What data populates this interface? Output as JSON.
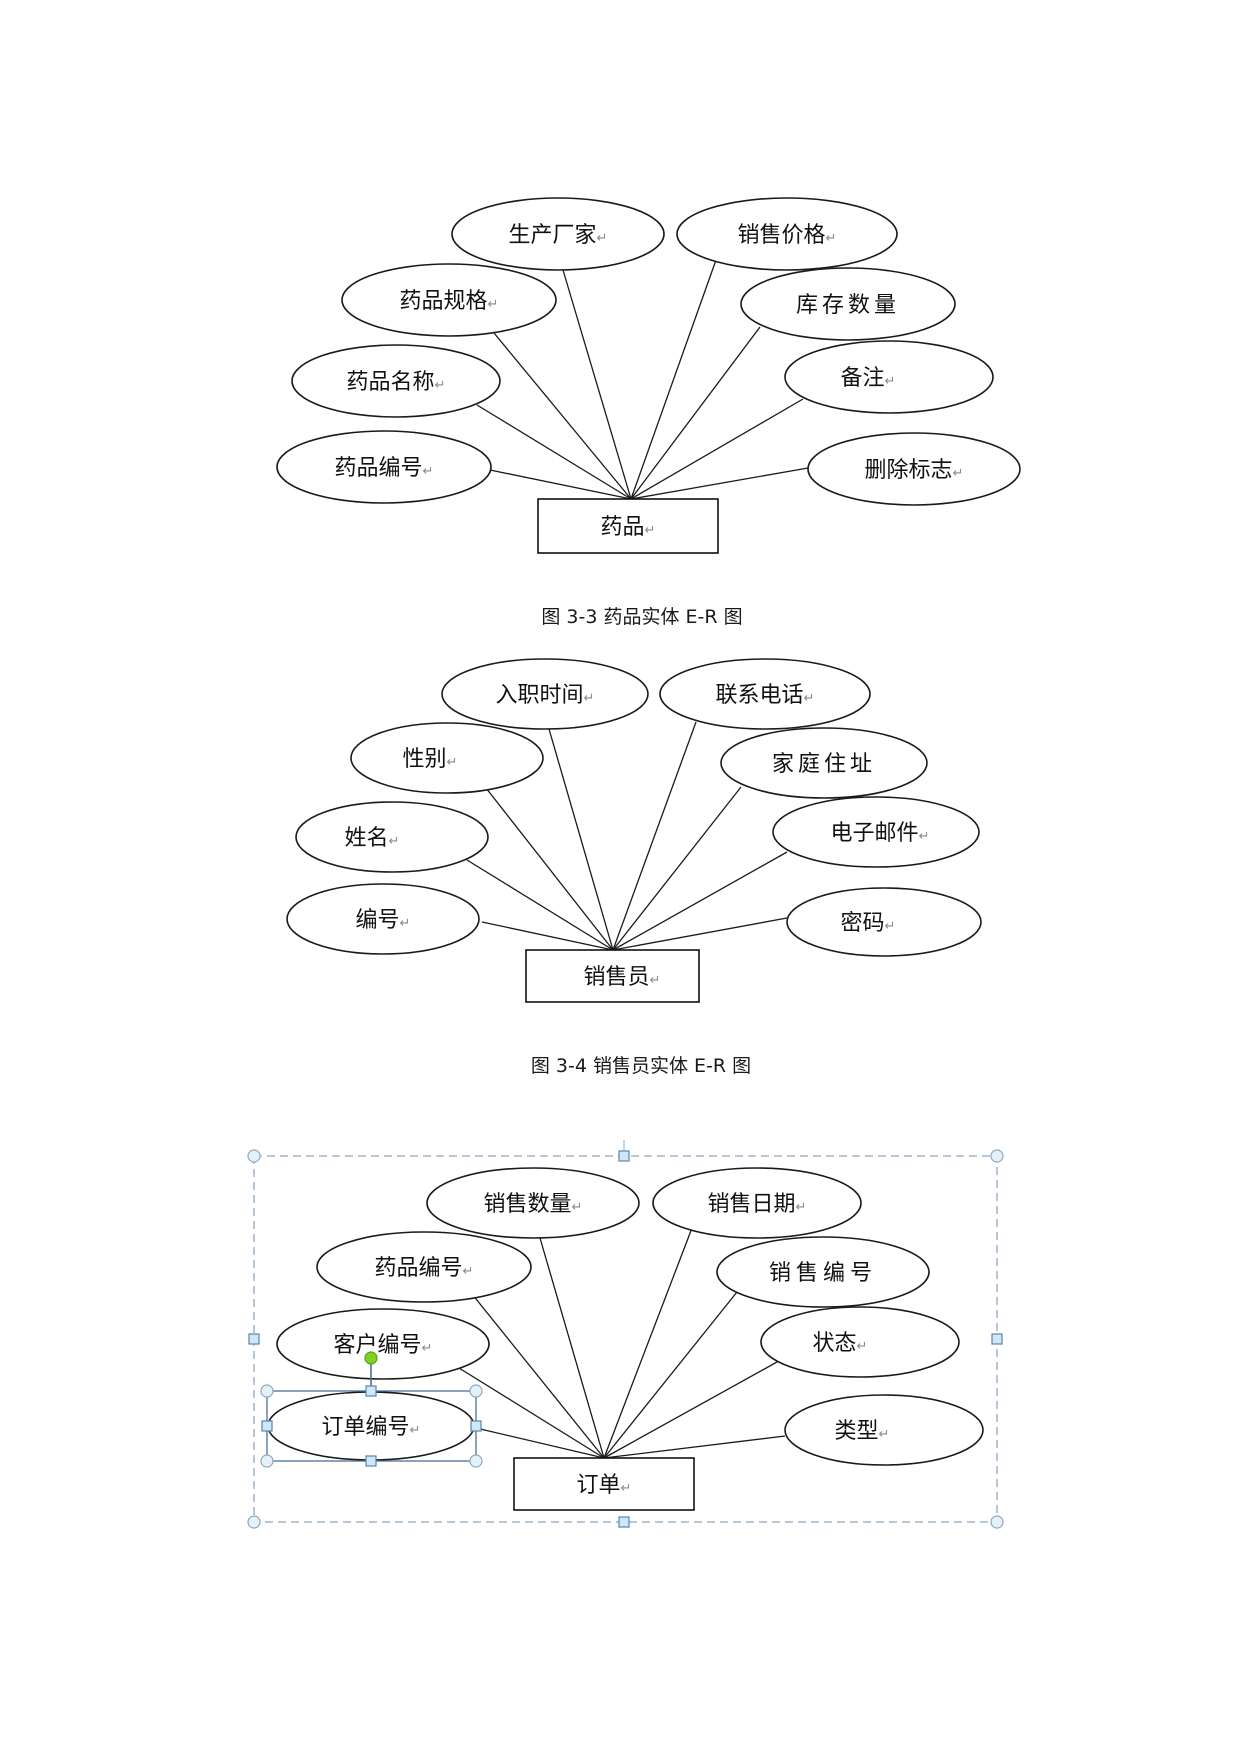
{
  "figures": [
    {
      "id": "fig-3-3",
      "caption": "图 3-3  药品实体 E-R 图",
      "entity": {
        "label": "药品",
        "para_mark": "↵"
      },
      "attributes": [
        {
          "label": "药品编号",
          "para_mark": "↵"
        },
        {
          "label": "药品名称",
          "para_mark": "↵"
        },
        {
          "label": "药品规格",
          "para_mark": "↵"
        },
        {
          "label": "生产厂家",
          "para_mark": "↵"
        },
        {
          "label": "销售价格",
          "para_mark": "↵"
        },
        {
          "label": "库存数量",
          "para_mark": ""
        },
        {
          "label": "备注",
          "para_mark": "↵"
        },
        {
          "label": "删除标志",
          "para_mark": "↵"
        }
      ]
    },
    {
      "id": "fig-3-4",
      "caption": "图 3-4  销售员实体 E-R 图",
      "entity": {
        "label": "销售员",
        "para_mark": "↵"
      },
      "attributes": [
        {
          "label": "编号",
          "para_mark": "↵"
        },
        {
          "label": "姓名",
          "para_mark": "↵"
        },
        {
          "label": "性别",
          "para_mark": "↵"
        },
        {
          "label": "入职时间",
          "para_mark": "↵"
        },
        {
          "label": "联系电话",
          "para_mark": "↵"
        },
        {
          "label": "家庭住址",
          "para_mark": ""
        },
        {
          "label": "电子邮件",
          "para_mark": "↵"
        },
        {
          "label": "密码",
          "para_mark": "↵"
        }
      ]
    },
    {
      "id": "fig-order",
      "caption": "",
      "selected": true,
      "selected_attribute": "订单编号",
      "entity": {
        "label": "订单",
        "para_mark": "↵"
      },
      "attributes": [
        {
          "label": "订单编号",
          "para_mark": "↵"
        },
        {
          "label": "客户编号",
          "para_mark": "↵"
        },
        {
          "label": "药品编号",
          "para_mark": "↵"
        },
        {
          "label": "销售数量",
          "para_mark": "↵"
        },
        {
          "label": "销售日期",
          "para_mark": "↵"
        },
        {
          "label": "销售编号",
          "para_mark": ""
        },
        {
          "label": "状态",
          "para_mark": "↵"
        },
        {
          "label": "类型",
          "para_mark": "↵"
        }
      ]
    }
  ],
  "colors": {
    "selection_frame": "#8fa7bf",
    "selection_box": "#4a6f95",
    "rotate_handle": "#7ed321",
    "para_mark": "#8a8a8a"
  }
}
